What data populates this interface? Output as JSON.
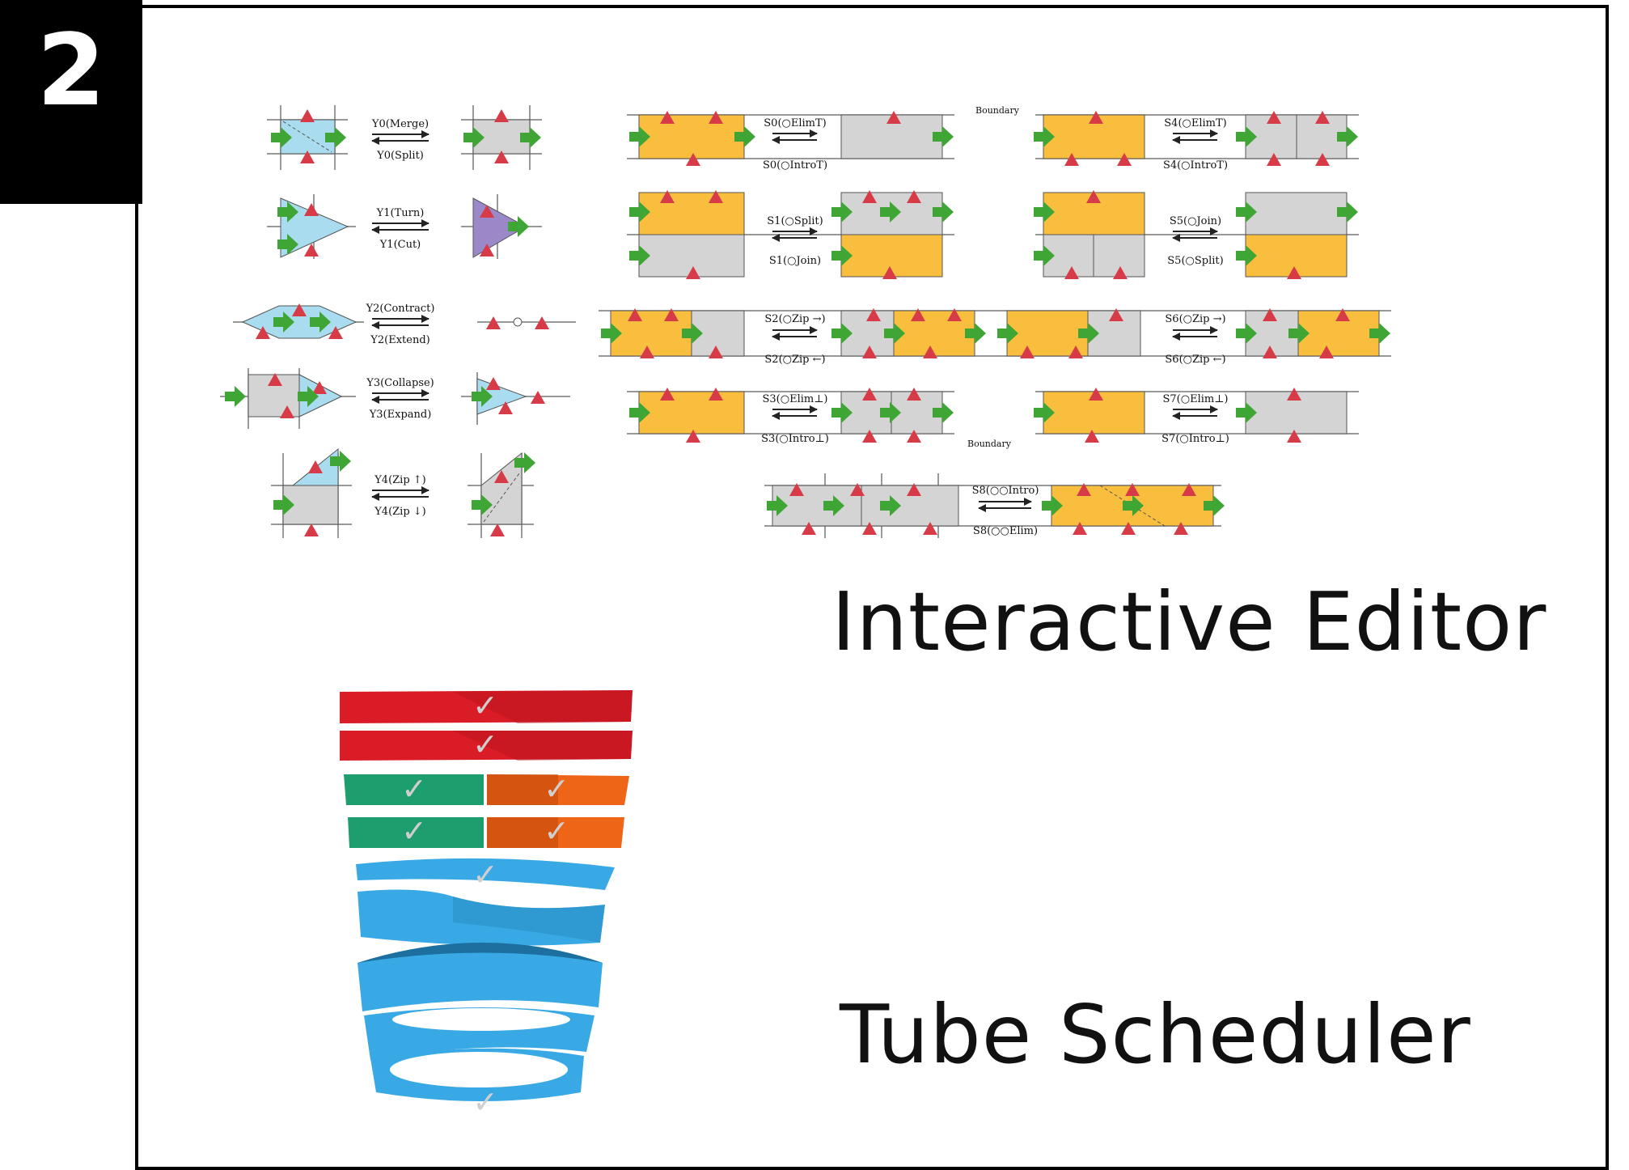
{
  "figure": {
    "number": "2"
  },
  "labels": {
    "interactive_editor": "Interactive Editor",
    "tube_scheduler": "Tube Scheduler"
  },
  "colors": {
    "orange_face": "#f9be3e",
    "gray_face": "#d4d4d4",
    "blue_face": "#a9dcee",
    "purple_face": "#9b88c9",
    "red_marker": "#d63b47",
    "green_marker": "#3fa535",
    "tube_red": "#d91c25",
    "tube_green": "#1e9e6e",
    "tube_orange": "#ef6518",
    "tube_blue": "#38a9e4"
  },
  "y_moves": [
    {
      "top": "Y0(Merge)",
      "bottom": "Y0(Split)"
    },
    {
      "top": "Y1(Turn)",
      "bottom": "Y1(Cut)"
    },
    {
      "top": "Y2(Contract)",
      "bottom": "Y2(Extend)"
    },
    {
      "top": "Y3(Collapse)",
      "bottom": "Y3(Expand)"
    },
    {
      "top": "Y4(Zip ↑)",
      "bottom": "Y4(Zip ↓)"
    }
  ],
  "s_moves": [
    {
      "top": "S0(○ElimT)",
      "bottom": "S0(○IntroT)"
    },
    {
      "top": "S1(○Split)",
      "bottom": "S1(○Join)"
    },
    {
      "top": "S2(○Zip →)",
      "bottom": "S2(○Zip ←)"
    },
    {
      "top": "S3(○Elim⊥)",
      "bottom": "S3(○Intro⊥)"
    },
    {
      "top": "S4(○ElimT)",
      "bottom": "S4(○IntroT)"
    },
    {
      "top": "S5(○Join)",
      "bottom": "S5(○Split)"
    },
    {
      "top": "S6(○Zip →)",
      "bottom": "S6(○Zip ←)"
    },
    {
      "top": "S7(○Elim⊥)",
      "bottom": "S7(○Intro⊥)"
    },
    {
      "top": "S8(○○Intro)",
      "bottom": "S8(○○Elim)"
    }
  ],
  "boundary_labels": {
    "top": "Boundary",
    "bottom": "Boundary"
  },
  "tube_check": "✓"
}
